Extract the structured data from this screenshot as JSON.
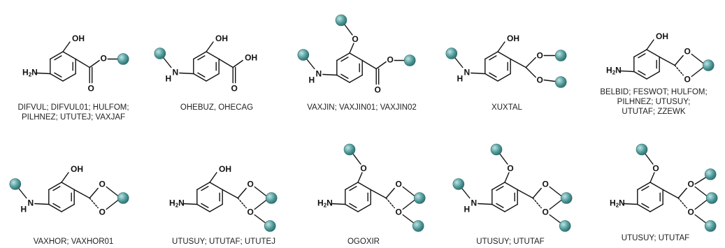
{
  "atoms": {
    "oh": "OH",
    "o": "O",
    "n": "N",
    "h2": "H",
    "sub2": "2"
  },
  "colors": {
    "sphere": "#4f9a9a",
    "sphere_light": "#bfe3e3",
    "sphere_dark": "#2d6b6b",
    "bond": "#111111"
  },
  "structures": [
    {
      "id": "s1",
      "caption_lines": [
        "DIFVUL; DIFVUL01; HULFOM;",
        "PILHNEZ; UTUTEJ; VAXJAF"
      ]
    },
    {
      "id": "s2",
      "caption_lines": [
        "OHEBUZ, OHECAG"
      ]
    },
    {
      "id": "s3",
      "caption_lines": [
        "VAXJIN; VAXJIN01; VAXJIN02"
      ]
    },
    {
      "id": "s4",
      "caption_lines": [
        "XUXTAL"
      ]
    },
    {
      "id": "s5",
      "caption_lines": [
        "BELBID; FESWOT; HULFOM;",
        "PILHNEZ; UTUSUY;",
        "UTUTAF; ZZEWK"
      ]
    },
    {
      "id": "s6",
      "caption_lines": [
        "VAXHOR; VAXHOR01"
      ]
    },
    {
      "id": "s7",
      "caption_lines": [
        "UTUSUY; UTUTAF; UTUTEJ"
      ]
    },
    {
      "id": "s8",
      "caption_lines": [
        "OGOXIR"
      ]
    },
    {
      "id": "s9",
      "caption_lines": [
        "UTUSUY; UTUTAF"
      ]
    },
    {
      "id": "s10",
      "caption_lines": [
        "UTUSUY; UTUTAF"
      ]
    }
  ]
}
